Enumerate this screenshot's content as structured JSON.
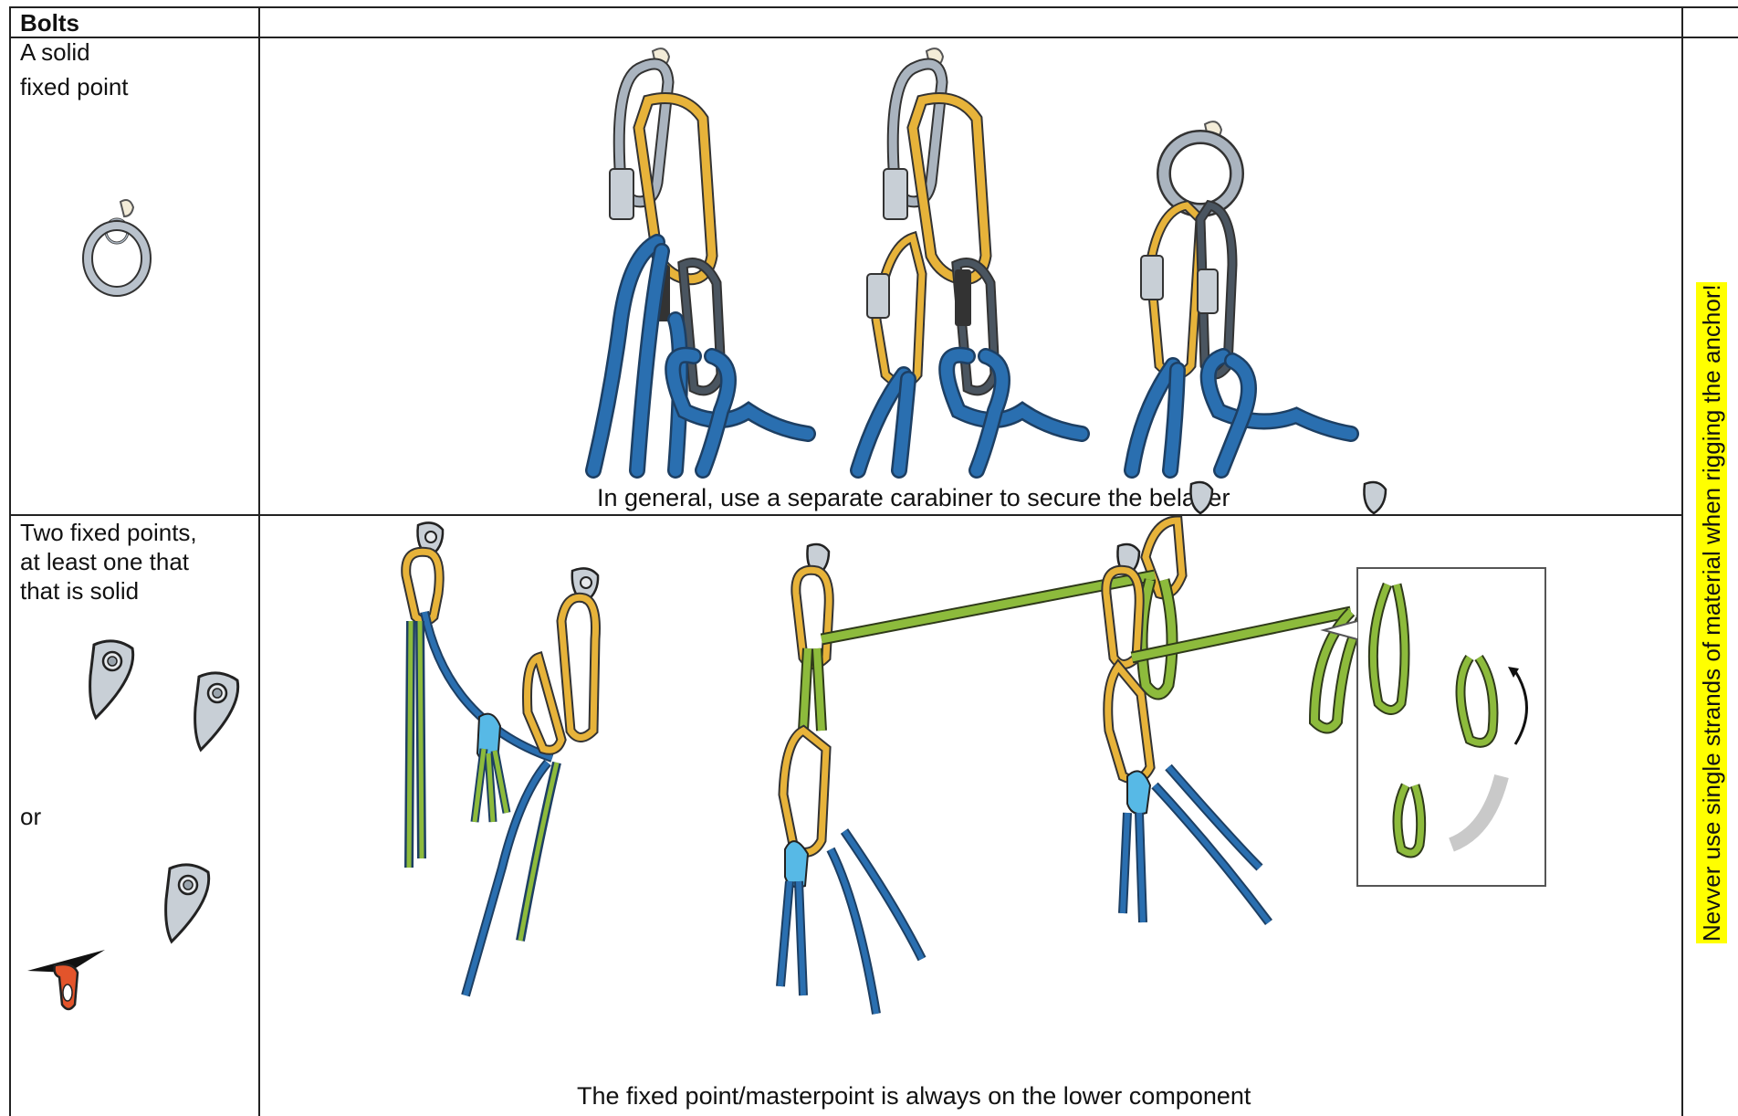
{
  "table": {
    "header": "Bolts",
    "row1": {
      "label_line1": "A solid",
      "label_line2": "fixed point",
      "caption": "In general, use a separate carabiner to secure the belayer"
    },
    "row2": {
      "label_line1": "Two fixed points,",
      "label_line2": "at least one that",
      "label_line3": "that is solid",
      "or_label": "or",
      "caption": "The fixed point/masterpoint is always on the lower component"
    },
    "side_note": "Nevver use single strands of material when rigging the anchor!"
  },
  "colors": {
    "rope_blue": "#2a6fb0",
    "carabiner_yellow": "#e7b33a",
    "carabiner_grey": "#aab4bf",
    "sling_green": "#8dbb3c",
    "dark_grey": "#4a5560",
    "highlight": "#ffff00",
    "piton_red": "#e3542b"
  },
  "icons": [
    "ring-bolt-icon",
    "hanger-bolt-icon",
    "piton-icon",
    "carabiner-icon",
    "rope-icon",
    "belay-device-icon",
    "sling-icon"
  ]
}
